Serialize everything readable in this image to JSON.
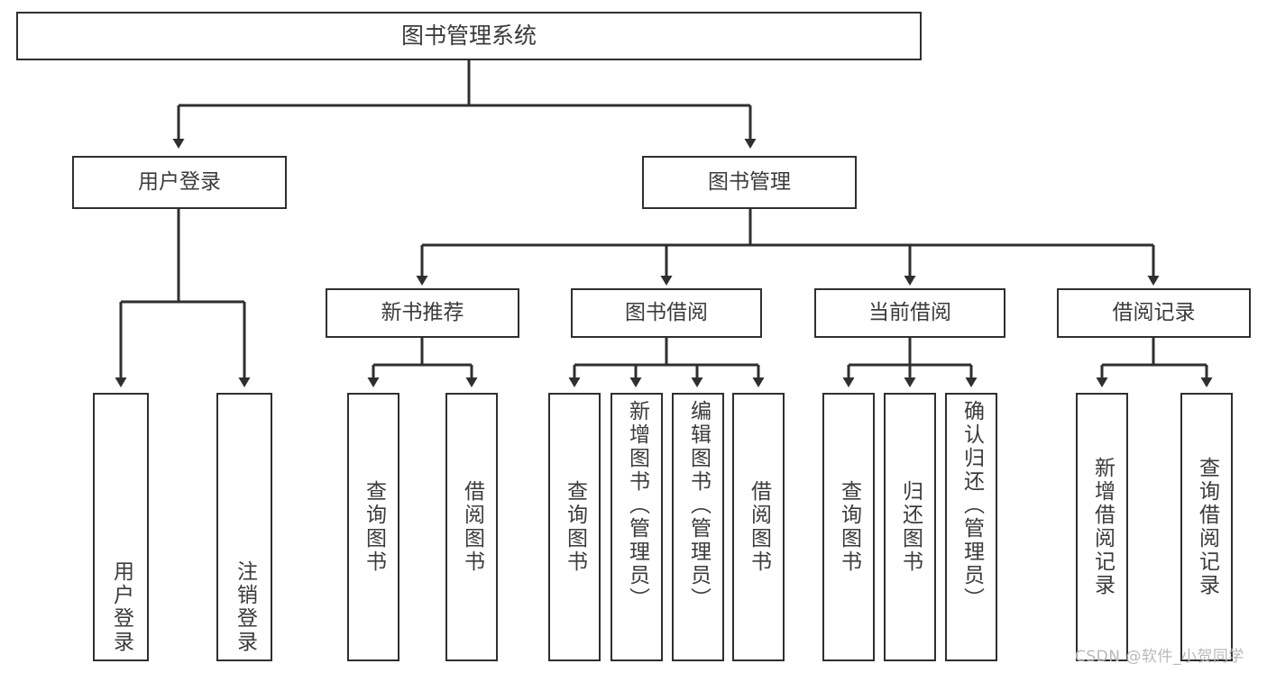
{
  "diagram": {
    "type": "tree",
    "title": "图书管理系统",
    "root": {
      "label": "图书管理系统"
    },
    "tier1": [
      {
        "label": "用户登录"
      },
      {
        "label": "图书管理"
      }
    ],
    "tier2": [
      {
        "label": "新书推荐"
      },
      {
        "label": "图书借阅"
      },
      {
        "label": "当前借阅"
      },
      {
        "label": "借阅记录"
      }
    ],
    "leaves": {
      "user_login": [
        {
          "label": "用户登录"
        },
        {
          "label": "注销登录"
        }
      ],
      "new_book_recommend": [
        {
          "label": "查询图书"
        },
        {
          "label": "借阅图书"
        }
      ],
      "book_borrow": [
        {
          "label": "查询图书"
        },
        {
          "label": "新增图书（管理员）"
        },
        {
          "label": "编辑图书（管理员）"
        },
        {
          "label": "借阅图书"
        }
      ],
      "current_borrow": [
        {
          "label": "查询图书"
        },
        {
          "label": "归还图书"
        },
        {
          "label": "确认归还（管理员）"
        }
      ],
      "borrow_record": [
        {
          "label": "新增借阅记录"
        },
        {
          "label": "查询借阅记录"
        }
      ]
    }
  },
  "watermark": {
    "text": "CSDN @软件_小贺同学"
  },
  "colors": {
    "border": "#2f2f2f",
    "text": "#3b3b3b",
    "background": "#ffffff",
    "watermark": "#b9b9b9"
  }
}
